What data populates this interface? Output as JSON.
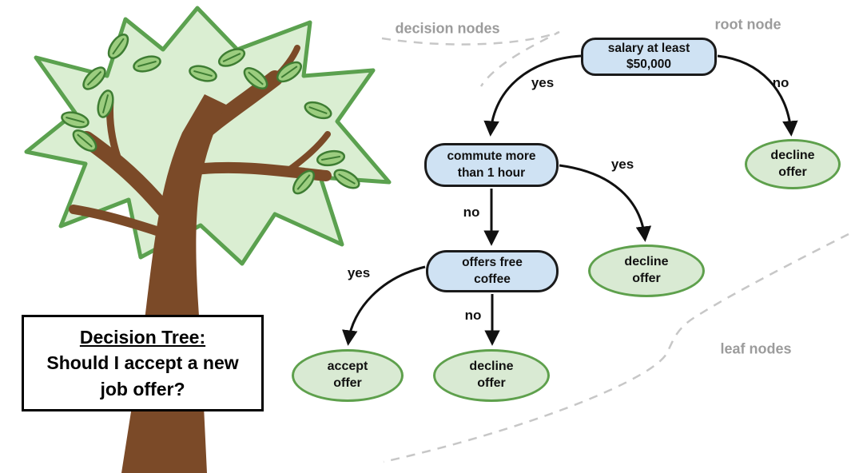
{
  "title_box": {
    "heading": "Decision Tree:",
    "line2": "Should I accept a new",
    "line3": "job offer?"
  },
  "annotations": {
    "decision_nodes": "decision nodes",
    "root_node": "root node",
    "leaf_nodes": "leaf nodes"
  },
  "nodes": {
    "root": {
      "line1": "salary at least",
      "line2": "$50,000"
    },
    "commute": {
      "line1": "commute more",
      "line2": "than 1 hour"
    },
    "coffee": {
      "line1": "offers free",
      "line2": "coffee"
    },
    "decline_top": {
      "line1": "decline",
      "line2": "offer"
    },
    "decline_mid": {
      "line1": "decline",
      "line2": "offer"
    },
    "accept": {
      "line1": "accept",
      "line2": "offer"
    },
    "decline_bottom": {
      "line1": "decline",
      "line2": "offer"
    }
  },
  "edge_labels": {
    "root_yes": "yes",
    "root_no": "no",
    "commute_no": "no",
    "commute_yes": "yes",
    "coffee_yes": "yes",
    "coffee_no": "no"
  },
  "colors": {
    "decision_node_fill": "#cfe2f3",
    "decision_node_border": "#1b1b1b",
    "leaf_node_fill": "#d9ead3",
    "leaf_node_border": "#5ea04c",
    "arrow": "#111111",
    "dashed_boundary": "#c7c7c7",
    "annotation_gray": "#9c9c9c",
    "canopy_fill": "#daeed2",
    "canopy_stroke": "#5ba14f",
    "trunk_brown": "#7b4a28",
    "leaf_green": "#9ccd7f"
  }
}
